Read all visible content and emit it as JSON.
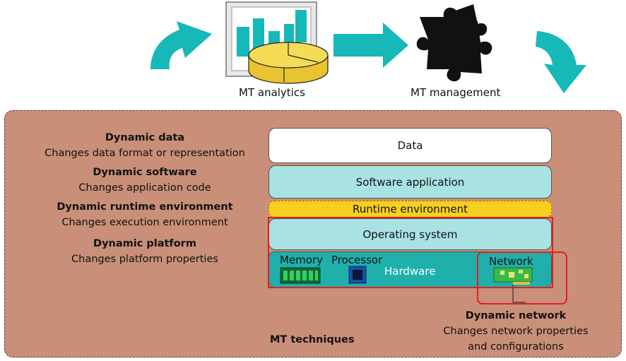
{
  "top": {
    "analytics_label": "MT analytics",
    "management_label": "MT management"
  },
  "descriptions": [
    {
      "heading": "Dynamic data",
      "text": "Changes data format or representation"
    },
    {
      "heading": "Dynamic software",
      "text": "Changes application code"
    },
    {
      "heading": "Dynamic runtime environment",
      "text": "Changes execution environment"
    },
    {
      "heading": "Dynamic platform",
      "text": "Changes platform properties"
    }
  ],
  "stack": {
    "data": "Data",
    "software": "Software application",
    "runtime": "Runtime environment",
    "os": "Operating system",
    "memory": "Memory",
    "processor": "Processor",
    "hardware": "Hardware",
    "network": "Network"
  },
  "network_desc": {
    "heading": "Dynamic network",
    "line1": "Changes network properties",
    "line2": "and configurations"
  },
  "footer": {
    "title": "MT techniques"
  },
  "colors": {
    "panel": "#c98f78",
    "teal": "#1fb0ac",
    "light_teal": "#a9e2e2",
    "runtime_yellow": "#f7cf1f",
    "highlight_red": "#e02020"
  }
}
